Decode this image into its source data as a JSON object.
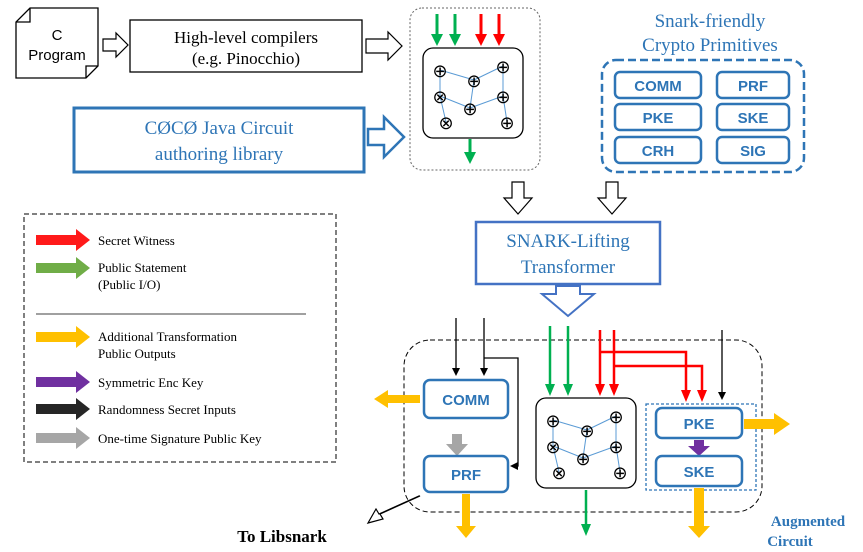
{
  "source": {
    "line1": "C",
    "line2": "Program"
  },
  "compilers": {
    "line1": "High-level compilers",
    "line2": "(e.g. Pinocchio)"
  },
  "java_lib": {
    "line1": "CØCØ Java Circuit",
    "line2": "authoring library"
  },
  "primitives": {
    "title1": "Snark-friendly",
    "title2": "Crypto Primitives",
    "items": [
      "COMM",
      "PRF",
      "PKE",
      "SKE",
      "CRH",
      "SIG"
    ]
  },
  "transformer": {
    "line1": "SNARK-Lifting",
    "line2": "Transformer"
  },
  "legend": {
    "items": [
      {
        "label1": "Secret Witness",
        "label2": "",
        "color": "#ff1a1a"
      },
      {
        "label1": "Public Statement",
        "label2": "(Public I/O)",
        "color": "#70ad47"
      },
      {
        "label1": "Additional Transformation",
        "label2": "Public Outputs",
        "color": "#ffc000"
      },
      {
        "label1": "Symmetric Enc Key",
        "label2": "",
        "color": "#7030a0"
      },
      {
        "label1": "Randomness Secret Inputs",
        "label2": "",
        "color": "#262626"
      },
      {
        "label1": "One-time Signature Public Key",
        "label2": "",
        "color": "#a6a6a6"
      }
    ]
  },
  "augmented": {
    "comm": "COMM",
    "prf": "PRF",
    "pke": "PKE",
    "ske": "SKE",
    "caption1": "Augmented",
    "caption2": "Circuit"
  },
  "output_label": "To Libsnark",
  "circuit_ops": [
    "⊕",
    "⊕",
    "⊗",
    "⊕",
    "⊗",
    "⊕",
    "⊕"
  ],
  "colors": {
    "blue": "#2e75b6",
    "dark_blue": "#1f4e79",
    "red": "#ff0000",
    "green": "#00b050",
    "orange": "#ffc000",
    "purple": "#7030a0",
    "gray": "#a6a6a6"
  }
}
